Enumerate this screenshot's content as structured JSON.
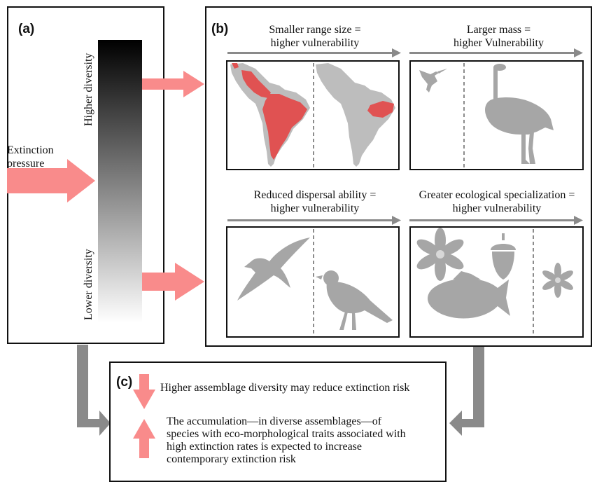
{
  "panel_a": {
    "label": "(a)",
    "gradient_top_label": "Higher diversity",
    "gradient_bottom_label": "Lower diversity",
    "pressure_label_line1": "Extinction",
    "pressure_label_line2": "pressure"
  },
  "panel_b": {
    "label": "(b)",
    "items": [
      {
        "line1": "Smaller range size =",
        "line2": "higher vulnerability"
      },
      {
        "line1": "Larger mass =",
        "line2": "higher Vulnerability"
      },
      {
        "line1": "Reduced dispersal ability =",
        "line2": "higher vulnerability"
      },
      {
        "line1": "Greater ecological specialization =",
        "line2": "higher vulnerability"
      }
    ]
  },
  "panel_c": {
    "label": "(c)",
    "down_text": "Higher assemblage diversity may reduce extinction risk",
    "up_text_lines": [
      "The accumulation—in diverse assemblages—of",
      "species with eco-morphological traits associated with",
      "high extinction rates is expected to increase",
      "contemporary extinction risk"
    ]
  },
  "colors": {
    "pink": "#f98b8b",
    "red_range": "#e05252",
    "silhouette": "#a6a6a6",
    "arrow_gray": "#8a8a8a",
    "map_gray": "#bdbdbd"
  }
}
